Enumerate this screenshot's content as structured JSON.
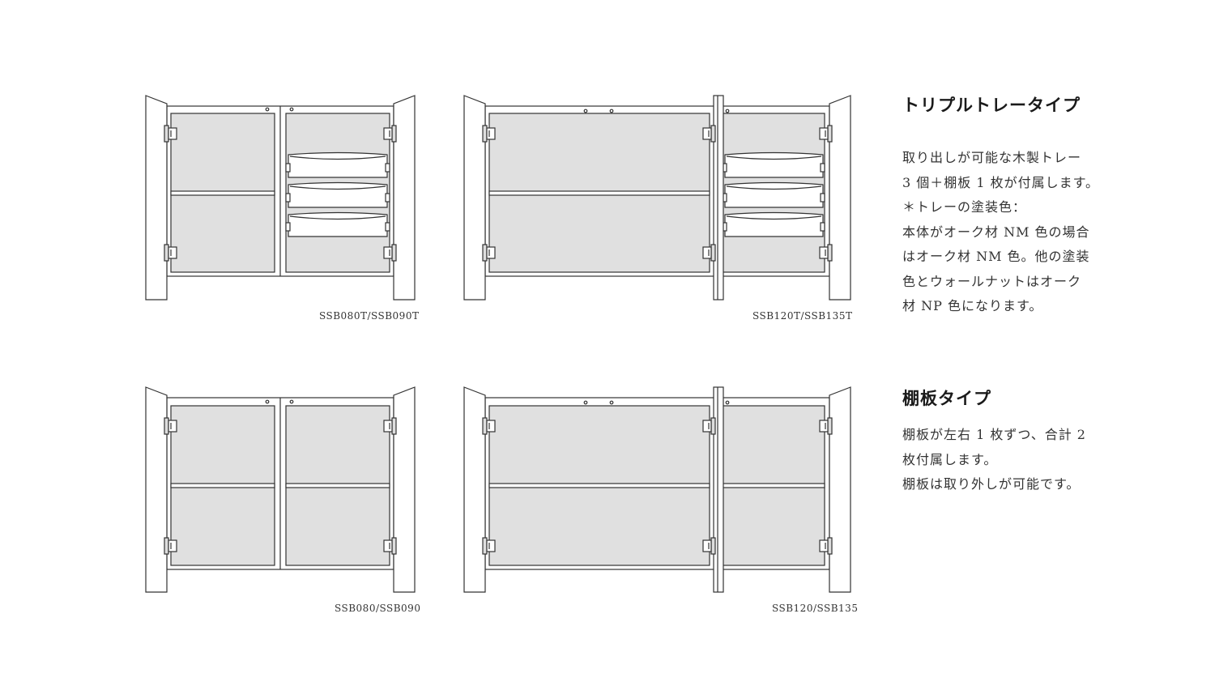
{
  "cabinets": [
    {
      "name": "ssb080t-ssb090t",
      "label": "SSB080T/SSB090T"
    },
    {
      "name": "ssb120t-ssb135t",
      "label": "SSB120T/SSB135T"
    },
    {
      "name": "ssb080-ssb090",
      "label": "SSB080/SSB090"
    },
    {
      "name": "ssb120-ssb135",
      "label": "SSB120/SSB135"
    }
  ],
  "triple_tray": {
    "title": "トリプルトレータイプ",
    "lines": [
      "取り出しが可能な木製トレー",
      "3 個＋棚板 1 枚が付属します。",
      "＊トレーの塗装色：",
      "本体がオーク材 NM 色の場合",
      "はオーク材 NM 色。他の塗装",
      "色とウォールナットはオーク",
      "材 NP 色になります。"
    ]
  },
  "shelf": {
    "title": "棚板タイプ",
    "lines": [
      "棚板が左右 1 枚ずつ、合計 2",
      "枚付属します。",
      "棚板は取り外しが可能です。"
    ]
  }
}
